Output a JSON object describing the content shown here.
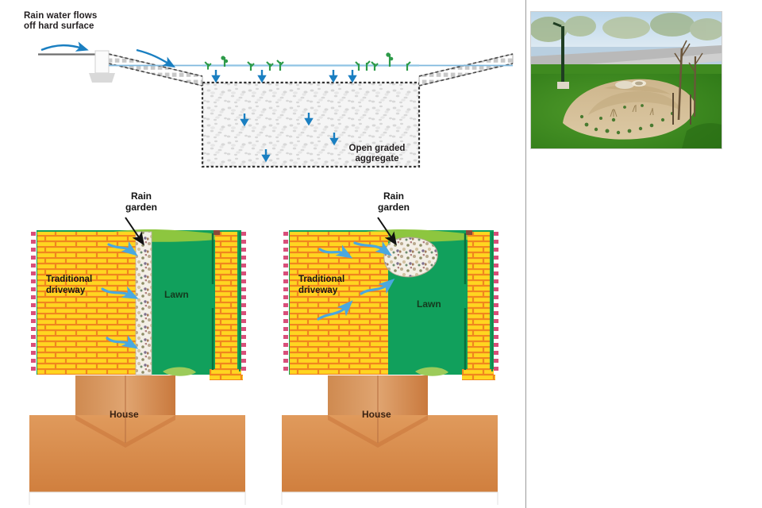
{
  "figure": {
    "cross_section": {
      "runoff_label": "Rain water flows\noff hard surface",
      "aggregate_label": "Open graded\naggregate",
      "elements": {
        "hard_surface": "hard-surface",
        "curb_inlet": "curb-inlet",
        "permeable_paver_band": "permeable-paver-band",
        "water_table_line": "water-surface-line",
        "aggregate_reservoir": "open-graded-aggregate-reservoir",
        "infiltration_arrows": "downward-infiltration-arrows",
        "runoff_arrows": "surface-runoff-arrows",
        "vegetation": "edge-vegetation-tufts"
      },
      "colors": {
        "arrow_blue": "#1a7fc1",
        "water_line": "#7fb8de",
        "aggregate_fill": "#f2f2f2",
        "dashed_outline": "#3a3a3a",
        "plant_green": "#2e9b4a",
        "curb_gray": "#d9d9d9"
      }
    },
    "plan_views": [
      {
        "id": "plan-left",
        "rain_garden_label": "Rain\ngarden",
        "driveway_label": "Traditional\ndriveway",
        "lawn_label": "Lawn",
        "house_label": "House",
        "rain_garden_shape": "strip",
        "flow_arrow_count": 3
      },
      {
        "id": "plan-right",
        "rain_garden_label": "Rain\ngarden",
        "driveway_label": "Traditional\ndriveway",
        "lawn_label": "Lawn",
        "house_label": "House",
        "rain_garden_shape": "blob",
        "flow_arrow_count": 4
      }
    ],
    "plan_colors": {
      "lawn_green": "#11a05c",
      "lawn_green_dark": "#0c8f4f",
      "shrub_green": "#8dc63f",
      "brick_yellow": "#ffd520",
      "brick_mortar": "#f0861e",
      "property_line_pink": "#d94f7a",
      "house_orange": "#dd8b45",
      "house_orange_dark": "#c9743a",
      "gravel_base": "#efe9df",
      "arrow_blue": "#4aa8e0",
      "street_white": "#ffffff"
    },
    "photo": {
      "name": "rain-garden-photograph",
      "description": "bioswale rain garden with mulch bed, young trees and turf along a street"
    }
  }
}
